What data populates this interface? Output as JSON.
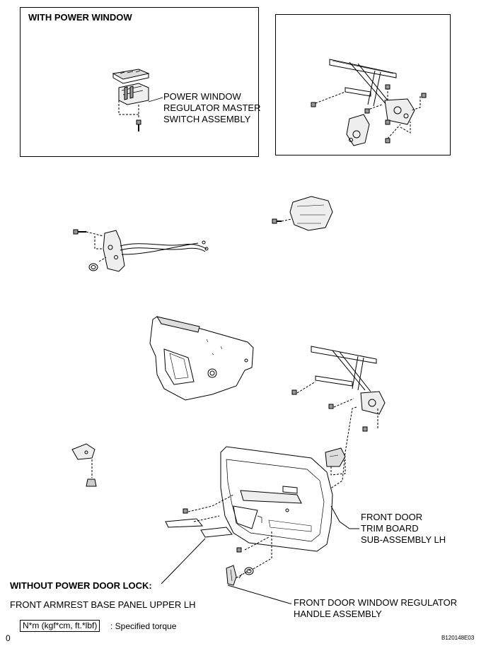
{
  "inset_left": {
    "title": "WITH POWER WINDOW",
    "label_line1": "POWER WINDOW",
    "label_line2": "REGULATOR MASTER",
    "label_line3": "SWITCH ASSEMBLY"
  },
  "labels": {
    "trim_board_line1": "FRONT DOOR",
    "trim_board_line2": "TRIM BOARD",
    "trim_board_line3": "SUB-ASSEMBLY LH",
    "without_power_door_lock": "WITHOUT POWER DOOR LOCK:",
    "armrest": "FRONT ARMREST BASE PANEL UPPER LH",
    "handle_line1": "FRONT DOOR WINDOW REGULATOR",
    "handle_line2": "HANDLE ASSEMBLY"
  },
  "legend": {
    "torque_unit": "N*m (kgf*cm, ft.*lbf)",
    "torque_desc": ": Specified torque"
  },
  "footer": {
    "left_mark": "0",
    "figure_code": "B120148E03"
  }
}
